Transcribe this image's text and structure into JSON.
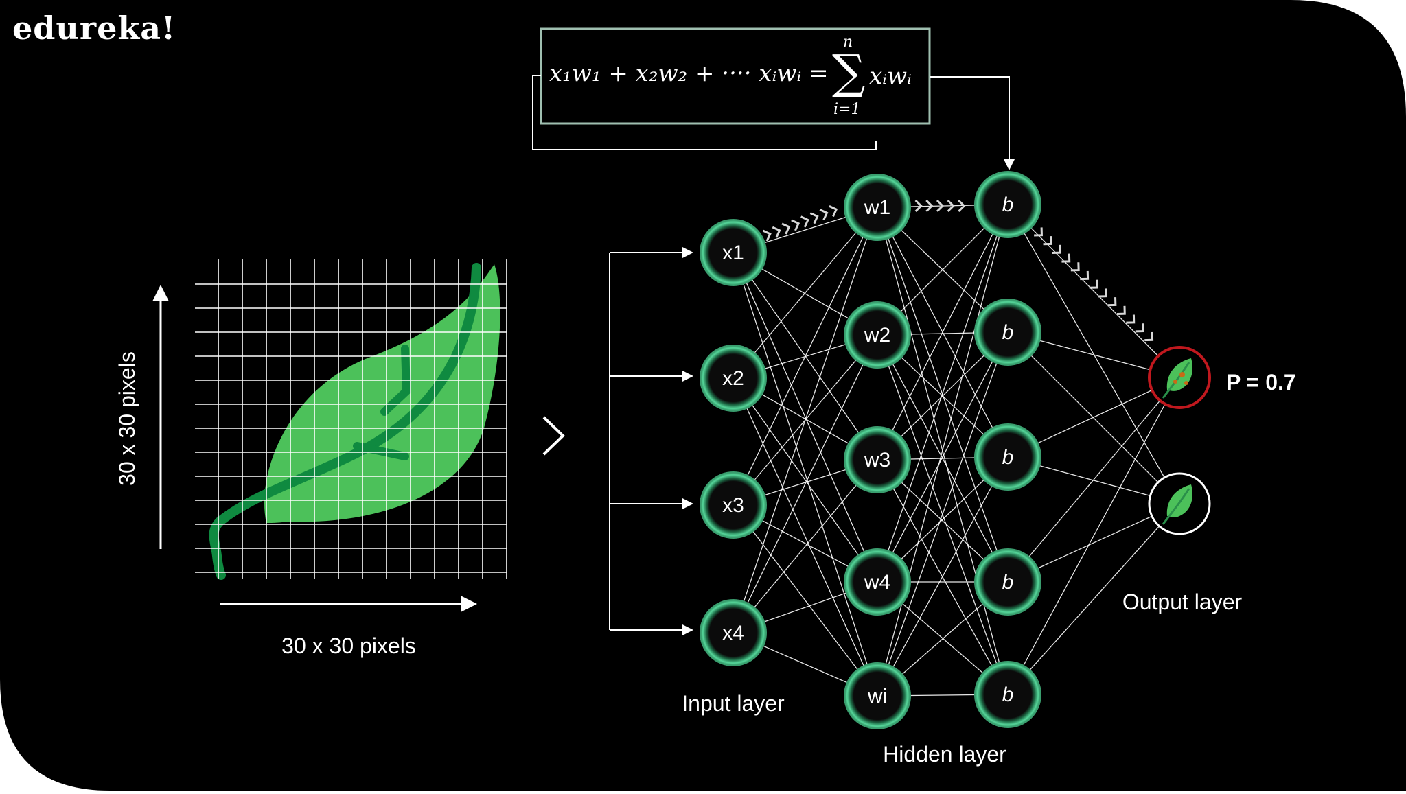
{
  "brand": {
    "logo_text": "edureka!"
  },
  "formula": {
    "lhs": "x₁w₁ + x₂w₂ + ···· xᵢwᵢ =",
    "sigma": "∑",
    "upper": "n",
    "lower": "i=1",
    "rhs": "xᵢwᵢ"
  },
  "image_grid": {
    "vertical_label": "30 x 30 pixels",
    "horizontal_label": "30 x 30 pixels",
    "leaf_color": "#4cc15a",
    "vein_color": "#0f8a40",
    "grid_color": "#ffffff"
  },
  "network": {
    "input_layer": {
      "label": "Input layer",
      "nodes": [
        "x1",
        "x2",
        "x3",
        "x4"
      ]
    },
    "hidden_layer_1": {
      "nodes": [
        "w1",
        "w2",
        "w3",
        "w4",
        "wi"
      ]
    },
    "hidden_layer_2": {
      "nodes": [
        "b",
        "b",
        "b",
        "b",
        "b"
      ]
    },
    "hidden_label": "Hidden layer",
    "output_layer": {
      "label": "Output layer",
      "probability": "P = 0.7"
    },
    "colors": {
      "node_ring": "#3fbf86",
      "node_fill": "#0b0b0b",
      "edge": "#ffffff",
      "highlight_ring": "#c0181e",
      "background": "#000000"
    }
  }
}
